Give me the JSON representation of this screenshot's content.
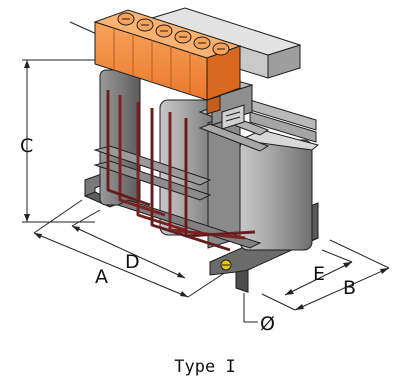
{
  "figure": {
    "caption": "Type I",
    "dimensions": {
      "A": "A",
      "B": "B",
      "C": "C",
      "D": "D",
      "E": "E",
      "diameter": "Ø"
    },
    "colors": {
      "terminal_block": "#f08c41",
      "coil": "#a9a9a9",
      "core": "#8c8c8c",
      "mounting_bracket": "#6e6e6e",
      "wire": "#7a2222"
    }
  }
}
